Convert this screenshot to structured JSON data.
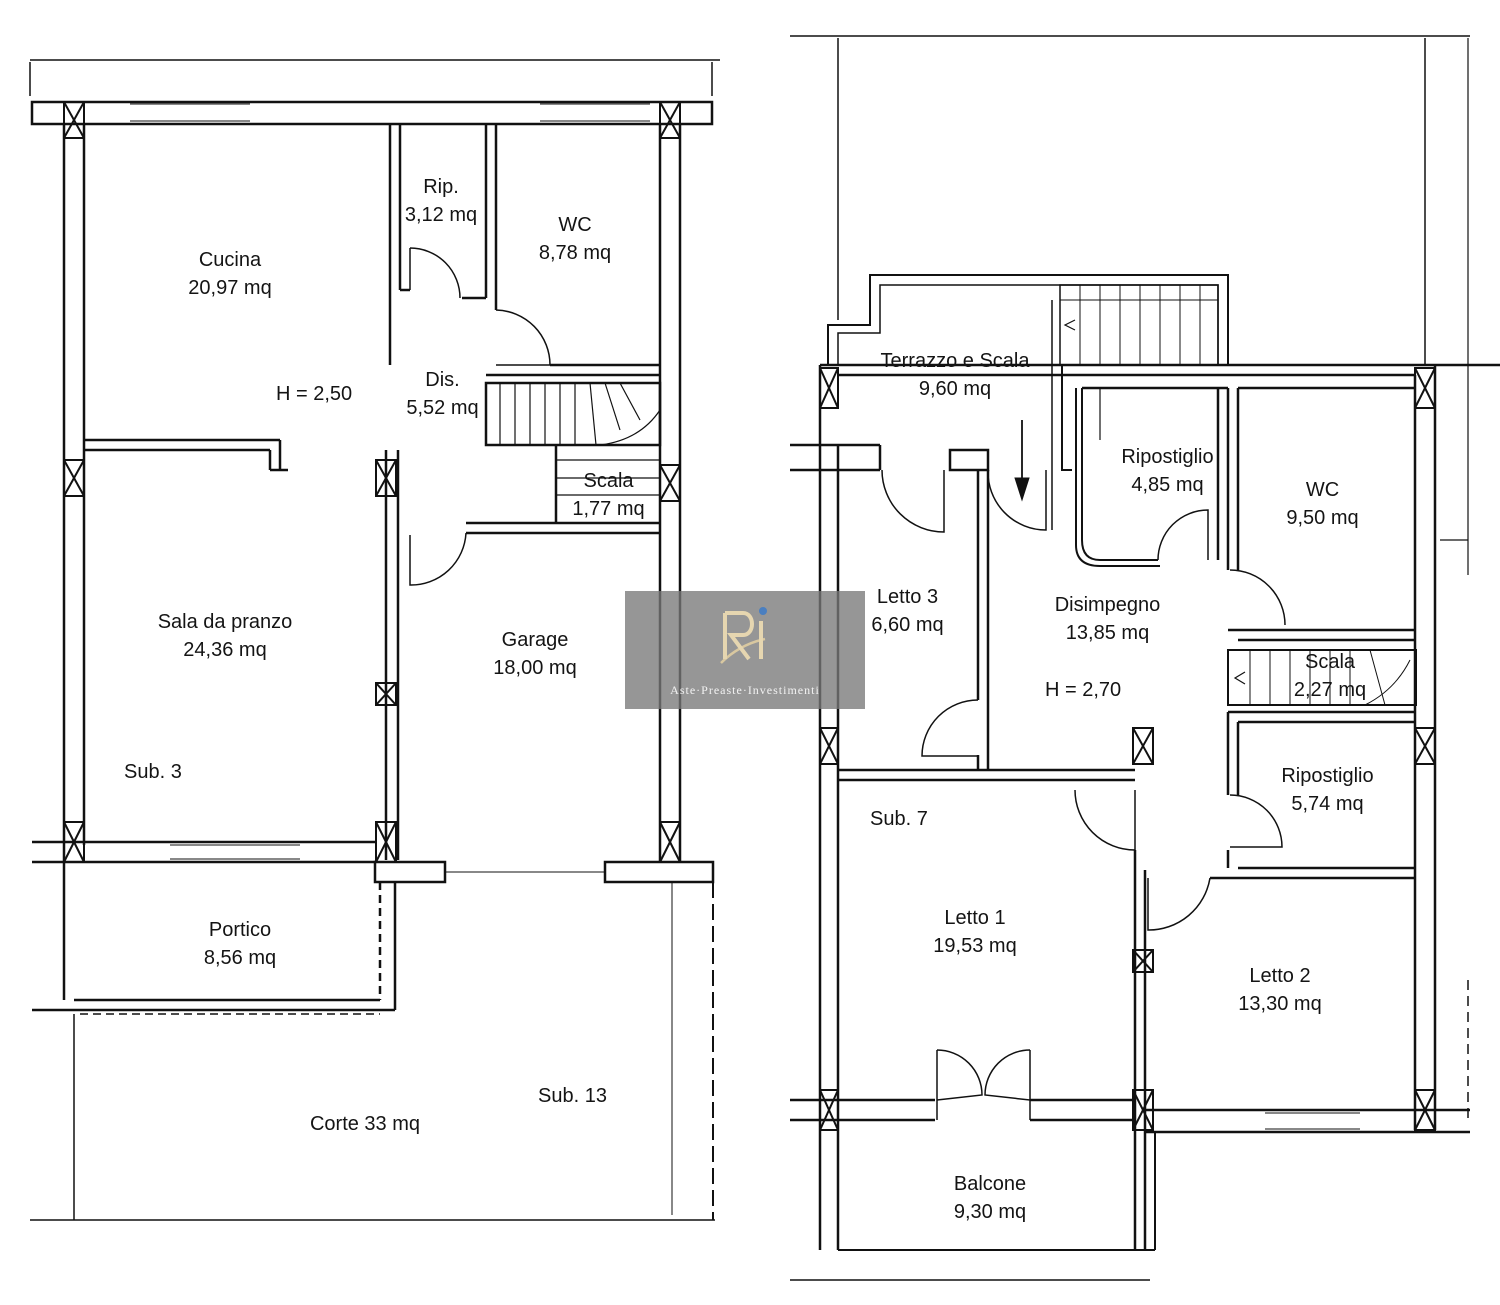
{
  "rooms": {
    "cucina": {
      "name": "Cucina",
      "area": "20,97 mq"
    },
    "rip": {
      "name": "Rip.",
      "area": "3,12 mq"
    },
    "wc_ground": {
      "name": "WC",
      "area": "8,78 mq"
    },
    "dis": {
      "name": "Dis.",
      "area": "5,52 mq"
    },
    "scala_ground": {
      "name": "Scala",
      "area": "1,77 mq"
    },
    "sala": {
      "name": "Sala da pranzo",
      "area": "24,36 mq"
    },
    "garage": {
      "name": "Garage",
      "area": "18,00 mq"
    },
    "portico": {
      "name": "Portico",
      "area": "8,56 mq"
    },
    "corte": {
      "name": "Corte 33 mq"
    },
    "terrazzo": {
      "name": "Terrazzo e Scala",
      "area": "9,60 mq"
    },
    "ripostiglio_1": {
      "name": "Ripostiglio",
      "area": "4,85 mq"
    },
    "wc_upper": {
      "name": "WC",
      "area": "9,50 mq"
    },
    "letto3": {
      "name": "Letto 3",
      "area": "6,60 mq"
    },
    "disimpegno": {
      "name": "Disimpegno",
      "area": "13,85 mq"
    },
    "scala_upper": {
      "name": "Scala",
      "area": "2,27 mq"
    },
    "ripostiglio_2": {
      "name": "Ripostiglio",
      "area": "5,74 mq"
    },
    "letto1": {
      "name": "Letto 1",
      "area": "19,53 mq"
    },
    "letto2": {
      "name": "Letto 2",
      "area": "13,30 mq"
    },
    "balcone": {
      "name": "Balcone",
      "area": "9,30 mq"
    }
  },
  "notes": {
    "h_ground": "H = 2,50",
    "h_upper": "H = 2,70",
    "sub3": "Sub. 3",
    "sub7": "Sub. 7",
    "sub13": "Sub. 13"
  },
  "watermark": {
    "text": "Aste·Preaste·Investimenti",
    "mark_letters": "RI"
  }
}
